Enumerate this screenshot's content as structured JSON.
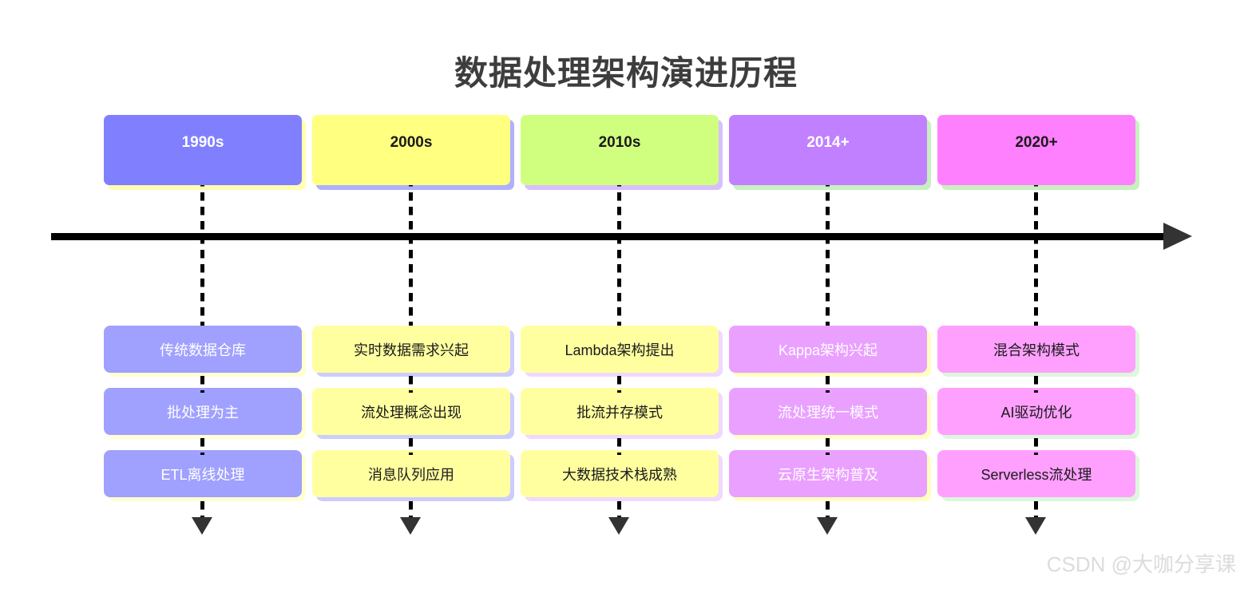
{
  "title": "数据处理架构演进历程",
  "watermark": "CSDN @大咖分享课",
  "palette": {
    "axis": "#000000",
    "arrow": "#333333",
    "title_color": "#3d3d3d",
    "watermark_color": "#dcdcdc",
    "background": "#ffffff"
  },
  "timeline": {
    "columns": [
      {
        "era": "1990s",
        "era_bg": "#8080ff",
        "era_text_color": "#ffffff",
        "era_shadow": "#ffffb0",
        "item_bg": "#a0a0ff",
        "item_text_color": "#ffffff",
        "item_shadow": "#ffffd0",
        "items": [
          "传统数据仓库",
          "批处理为主",
          "ETL离线处理"
        ]
      },
      {
        "era": "2000s",
        "era_bg": "#ffff80",
        "era_text_color": "#1a1a1a",
        "era_shadow": "#b0b0ff",
        "item_bg": "#ffffa0",
        "item_text_color": "#1a1a1a",
        "item_shadow": "#ccccff",
        "items": [
          "实时数据需求兴起",
          "流处理概念出现",
          "消息队列应用"
        ]
      },
      {
        "era": "2010s",
        "era_bg": "#d0ff80",
        "era_text_color": "#1a1a1a",
        "era_shadow": "#d8bfff",
        "item_bg": "#ffffa0",
        "item_text_color": "#1a1a1a",
        "item_shadow": "#f0d8ff",
        "items": [
          "Lambda架构提出",
          "批流并存模式",
          "大数据技术栈成熟"
        ]
      },
      {
        "era": "2014+",
        "era_bg": "#c080ff",
        "era_text_color": "#ffffff",
        "era_shadow": "#c8f0c0",
        "item_bg": "#eaa0ff",
        "item_text_color": "#ffffff",
        "item_shadow": "#ffffc0",
        "items": [
          "Kappa架构兴起",
          "流处理统一模式",
          "云原生架构普及"
        ]
      },
      {
        "era": "2020+",
        "era_bg": "#ff80ff",
        "era_text_color": "#1a1a1a",
        "era_shadow": "#c8f0c0",
        "item_bg": "#ffa0ff",
        "item_text_color": "#1a1a1a",
        "item_shadow": "#ddf6dd",
        "items": [
          "混合架构模式",
          "AI驱动优化",
          "Serverless流处理"
        ]
      }
    ]
  }
}
